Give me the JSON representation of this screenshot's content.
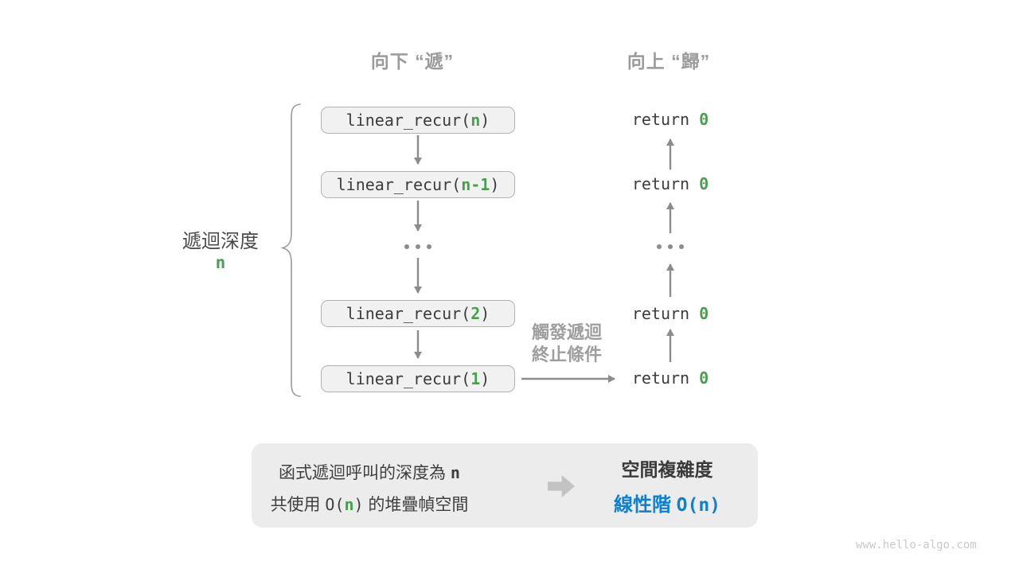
{
  "palette": {
    "green": "#4a9e4f",
    "blue": "#0e80d0",
    "heading_gray": "#9b9b9b",
    "text_dark": "#3c3c3c",
    "arrow_gray": "#8c8c8c",
    "box_fill": "#f1f1f1",
    "box_border": "#b3b3b3",
    "panel_bg": "#ececec"
  },
  "headers": {
    "descend": "向下 “遞”",
    "ascend": "向上 “歸”"
  },
  "depth_label": {
    "text": "遞迴深度",
    "value": "n"
  },
  "calls": [
    {
      "prefix": "linear_recur(",
      "arg": "n",
      "suffix": ")"
    },
    {
      "prefix": "linear_recur(",
      "arg": "n-1",
      "suffix": ")"
    },
    {
      "prefix": "linear_recur(",
      "arg": "2",
      "suffix": ")"
    },
    {
      "prefix": "linear_recur(",
      "arg": "1",
      "suffix": ")"
    }
  ],
  "returns": [
    {
      "prefix": "return ",
      "value": "0"
    },
    {
      "prefix": "return ",
      "value": "0"
    },
    {
      "prefix": "return ",
      "value": "0"
    },
    {
      "prefix": "return ",
      "value": "0"
    }
  ],
  "trigger_label": {
    "line1": "觸發遞迴",
    "line2": "終止條件"
  },
  "summary": {
    "line1_text": "函式遞迴呼叫的深度為 ",
    "line1_value": "n",
    "line2_pre": "共使用 ",
    "line2_code_open": "O(",
    "line2_code_arg": "n",
    "line2_code_close": ")",
    "line2_post": " 的堆疊幀空間",
    "result_title": "空間複雜度",
    "result_class": "線性階 ",
    "result_value": "O(n)"
  },
  "watermark": "www.hello-algo.com"
}
